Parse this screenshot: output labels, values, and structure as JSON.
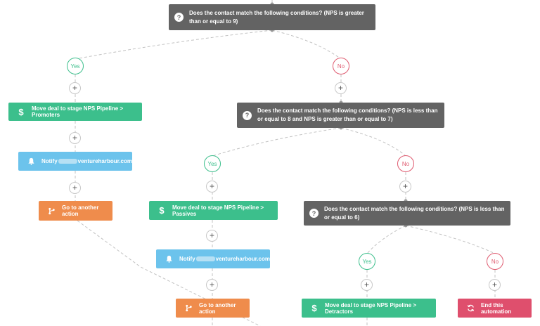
{
  "conditions": {
    "c1": "Does the contact match the following conditions? (NPS is greater than or equal to 9)",
    "c2": "Does the contact match the following conditions? (NPS is less than or equal to 8 and NPS is greater than or equal to 7)",
    "c3": "Does the contact match the following conditions? (NPS is less than or equal to 6)"
  },
  "branches": {
    "yes": "Yes",
    "no": "No"
  },
  "plus_symbol": "+",
  "actions": {
    "promoters": "Move deal to stage NPS Pipeline > Promoters",
    "passives": "Move deal to stage NPS Pipeline > Passives",
    "detractors": "Move deal to stage NPS Pipeline > Detractors",
    "notify_prefix": "Notify",
    "notify_domain": "ventureharbour.com",
    "goto": "Go to another action",
    "end": "End this automation"
  },
  "colors": {
    "condition": "#636363",
    "move_deal": "#3cbf8c",
    "notify": "#6cc3ec",
    "goto": "#ef8c4c",
    "end": "#df4f6d",
    "yes": "#3cbf8c",
    "no": "#df5a6f"
  },
  "icons": {
    "condition": "question-icon",
    "move_deal": "dollar-icon",
    "notify": "bell-icon",
    "goto": "branch-icon",
    "end": "refresh-icon"
  }
}
